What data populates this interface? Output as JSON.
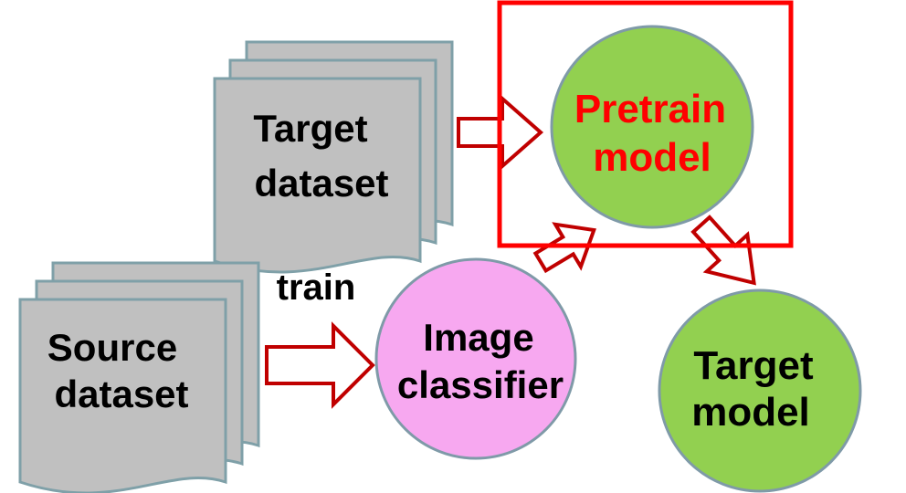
{
  "target_dataset": {
    "line1": "Target",
    "line2": "dataset"
  },
  "source_dataset": {
    "line1": "Source",
    "line2": "dataset"
  },
  "train_label": "train",
  "image_classifier": {
    "line1": "Image",
    "line2": "classifier"
  },
  "pretrain_model": {
    "line1": "Pretrain",
    "line2": "model"
  },
  "target_model": {
    "line1": "Target",
    "line2": "model"
  },
  "colors": {
    "doc_fill": "#c0c0c0",
    "doc_stroke": "#7fa0a8",
    "arrow_stroke": "#c00000",
    "highlight_box": "#ff0000",
    "pretrain_text": "#ff0000",
    "green_circle": "#92d050",
    "pink_circle": "#f7a8f0",
    "circle_stroke": "#7f9aa8"
  }
}
